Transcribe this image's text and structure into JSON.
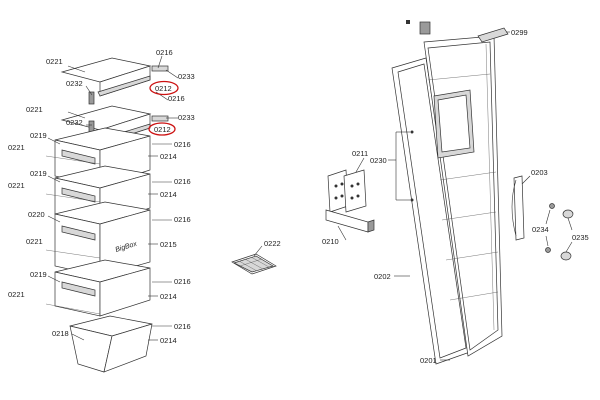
{
  "callouts": [
    {
      "id": "c1",
      "text": "0221"
    },
    {
      "id": "c2",
      "text": "0232"
    },
    {
      "id": "c3",
      "text": "0216"
    },
    {
      "id": "c4",
      "text": "0233"
    },
    {
      "id": "c5",
      "text": "0212"
    },
    {
      "id": "c6",
      "text": "0216"
    },
    {
      "id": "c7",
      "text": "0221"
    },
    {
      "id": "c8",
      "text": "0232"
    },
    {
      "id": "c9",
      "text": "0233"
    },
    {
      "id": "c10",
      "text": "0212"
    },
    {
      "id": "c11",
      "text": "0219"
    },
    {
      "id": "c12",
      "text": "0221"
    },
    {
      "id": "c13",
      "text": "0216"
    },
    {
      "id": "c14",
      "text": "0214"
    },
    {
      "id": "c15",
      "text": "0219"
    },
    {
      "id": "c16",
      "text": "0221"
    },
    {
      "id": "c17",
      "text": "0216"
    },
    {
      "id": "c18",
      "text": "0214"
    },
    {
      "id": "c19",
      "text": "0220"
    },
    {
      "id": "c20",
      "text": "0216"
    },
    {
      "id": "c21",
      "text": "0221"
    },
    {
      "id": "c22",
      "text": "0215"
    },
    {
      "id": "c23",
      "text": "0219"
    },
    {
      "id": "c24",
      "text": "0216"
    },
    {
      "id": "c25",
      "text": "0221"
    },
    {
      "id": "c26",
      "text": "0214"
    },
    {
      "id": "c27",
      "text": "0216"
    },
    {
      "id": "c28",
      "text": "0218"
    },
    {
      "id": "c29",
      "text": "0214"
    },
    {
      "id": "c30",
      "text": "0222"
    },
    {
      "id": "c31",
      "text": "0211"
    },
    {
      "id": "c32",
      "text": "0230"
    },
    {
      "id": "c33",
      "text": "0210"
    },
    {
      "id": "c34",
      "text": "0202"
    },
    {
      "id": "c35",
      "text": "0201"
    },
    {
      "id": "c36",
      "text": "0299"
    },
    {
      "id": "c37",
      "text": "0203"
    },
    {
      "id": "c38",
      "text": "0234"
    },
    {
      "id": "c39",
      "text": "0235"
    }
  ],
  "drawer_brand_label": "BigBox",
  "highlight_color": "#cc1111"
}
